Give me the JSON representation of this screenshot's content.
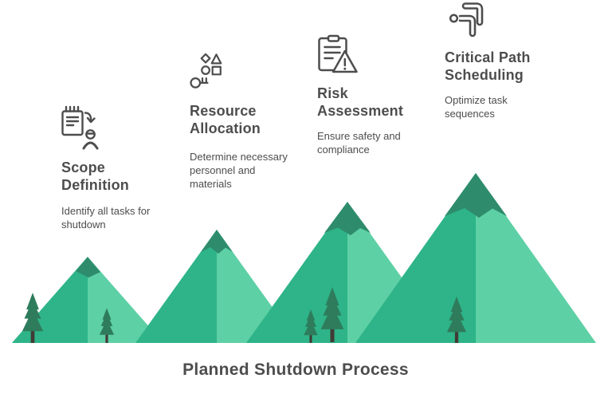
{
  "title": "Planned Shutdown Process",
  "steps": [
    {
      "icon": "tasklist-person-icon",
      "heading": "Scope Definition",
      "description": "Identify all tasks for shutdown"
    },
    {
      "icon": "shapes-sorting-icon",
      "heading": "Resource Allocation",
      "description": "Determine necessary personnel and materials"
    },
    {
      "icon": "clipboard-warning-icon",
      "heading": "Risk Assessment",
      "description": "Ensure safety and compliance"
    },
    {
      "icon": "flow-connector-icon",
      "heading": "Critical Path Scheduling",
      "description": "Optimize task sequences"
    }
  ],
  "colors": {
    "mountain_left": "#2EB488",
    "mountain_right": "#5ED0A5",
    "mountain_cap": "#2E8C6D",
    "tree_green": "#2E7C5C",
    "tree_trunk": "#413B35",
    "icon_stroke": "#4D4D4D",
    "text_color": "#4D4D4D",
    "background": "#FFFFFF"
  }
}
